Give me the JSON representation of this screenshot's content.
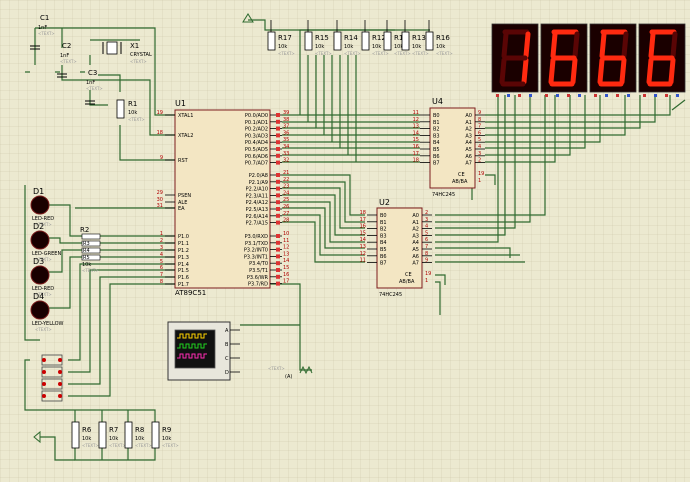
{
  "u1": {
    "ref": "U1",
    "part": "AT89C51",
    "left_pins": [
      {
        "n": "19",
        "name": "XTAL1"
      },
      {
        "n": "18",
        "name": "XTAL2"
      },
      {
        "n": "9",
        "name": "RST"
      },
      {
        "n": "29",
        "name": "PSEN"
      },
      {
        "n": "30",
        "name": "ALE"
      },
      {
        "n": "31",
        "name": "EA"
      },
      {
        "n": "1",
        "name": "P1.0"
      },
      {
        "n": "2",
        "name": "P1.1"
      },
      {
        "n": "3",
        "name": "P1.2"
      },
      {
        "n": "4",
        "name": "P1.3"
      },
      {
        "n": "5",
        "name": "P1.4"
      },
      {
        "n": "6",
        "name": "P1.5"
      },
      {
        "n": "7",
        "name": "P1.6"
      },
      {
        "n": "8",
        "name": "P1.7"
      }
    ],
    "right_pins": [
      {
        "n": "39",
        "name": "P0.0/AD0"
      },
      {
        "n": "38",
        "name": "P0.1/AD1"
      },
      {
        "n": "37",
        "name": "P0.2/AD2"
      },
      {
        "n": "36",
        "name": "P0.3/AD3"
      },
      {
        "n": "35",
        "name": "P0.4/AD4"
      },
      {
        "n": "34",
        "name": "P0.5/AD5"
      },
      {
        "n": "33",
        "name": "P0.6/AD6"
      },
      {
        "n": "32",
        "name": "P0.7/AD7"
      },
      {
        "n": "21",
        "name": "P2.0/A8"
      },
      {
        "n": "22",
        "name": "P2.1/A9"
      },
      {
        "n": "23",
        "name": "P2.2/A10"
      },
      {
        "n": "24",
        "name": "P2.3/A11"
      },
      {
        "n": "25",
        "name": "P2.4/A12"
      },
      {
        "n": "26",
        "name": "P2.5/A13"
      },
      {
        "n": "27",
        "name": "P2.6/A14"
      },
      {
        "n": "28",
        "name": "P2.7/A15"
      },
      {
        "n": "10",
        "name": "P3.0/RXD"
      },
      {
        "n": "11",
        "name": "P3.1/TXD"
      },
      {
        "n": "12",
        "name": "P3.2/INT0"
      },
      {
        "n": "13",
        "name": "P3.3/INT1"
      },
      {
        "n": "14",
        "name": "P3.4/T0"
      },
      {
        "n": "15",
        "name": "P3.5/T1"
      },
      {
        "n": "16",
        "name": "P3.6/WR"
      },
      {
        "n": "17",
        "name": "P3.7/RD"
      }
    ]
  },
  "u4": {
    "ref": "U4",
    "part": "74HC245",
    "b_pins": [
      "B0",
      "B1",
      "B2",
      "B3",
      "B4",
      "B5",
      "B6",
      "B7"
    ],
    "a_pins": [
      "A0",
      "A1",
      "A2",
      "A3",
      "A4",
      "A5",
      "A6",
      "A7"
    ],
    "b_nums": [
      "11",
      "12",
      "13",
      "14",
      "15",
      "16",
      "17",
      "18"
    ],
    "a_nums": [
      "9",
      "8",
      "7",
      "6",
      "5",
      "4",
      "3",
      "2"
    ],
    "ce": "CE",
    "dir": "AB/BA",
    "ce_n": "19",
    "dir_n": "1"
  },
  "u2": {
    "ref": "U2",
    "part": "74HC245",
    "b_pins": [
      "B0",
      "B1",
      "B2",
      "B3",
      "B4",
      "B5",
      "B6",
      "B7"
    ],
    "a_pins": [
      "A0",
      "A1",
      "A2",
      "A3",
      "A4",
      "A5",
      "A6",
      "A7"
    ],
    "b_nums": [
      "18",
      "17",
      "16",
      "15",
      "14",
      "13",
      "12",
      "11"
    ],
    "a_nums": [
      "2",
      "3",
      "4",
      "5",
      "6",
      "7",
      "8",
      "9"
    ],
    "ce": "CE",
    "dir": "AB/BA",
    "ce_n": "19",
    "dir_n": "1"
  },
  "top_resistors": [
    {
      "ref": "R17",
      "value": "10k",
      "text": "<TEXT>"
    },
    {
      "ref": "R15",
      "value": "10k",
      "text": "<TEXT>"
    },
    {
      "ref": "R14",
      "value": "10k",
      "text": "<TEXT>"
    },
    {
      "ref": "R12",
      "value": "10k",
      "text": "<TEXT>"
    },
    {
      "ref": "R11",
      "value": "10k",
      "text": "<TEXT>"
    },
    {
      "ref": "R13",
      "value": "10k",
      "text": "<TEXT>"
    },
    {
      "ref": "R16",
      "value": "10k",
      "text": "<TEXT>"
    }
  ],
  "bottom_resistors": [
    {
      "ref": "R6",
      "value": "10k",
      "text": "<TEXT>"
    },
    {
      "ref": "R7",
      "value": "10k",
      "text": "<TEXT>"
    },
    {
      "ref": "R8",
      "value": "10k",
      "text": "<TEXT>"
    },
    {
      "ref": "R9",
      "value": "10k",
      "text": "<TEXT>"
    }
  ],
  "r1": {
    "ref": "R1",
    "value": "10k",
    "text": "<TEXT>"
  },
  "led_resistors": [
    {
      "ref": "R2",
      "value": "10k",
      "text": "<TEXT>"
    },
    {
      "ref": "R3",
      "value": "10k",
      "text": "<TEXT>"
    },
    {
      "ref": "R4",
      "value": "10k",
      "text": "<TEXT>"
    },
    {
      "ref": "R5",
      "value": "10k",
      "text": "<TEXT>"
    }
  ],
  "leds": [
    {
      "ref": "D1",
      "part": "LED-RED",
      "text": "<TEXT>"
    },
    {
      "ref": "D2",
      "part": "LED-GREEN",
      "text": "<TEXT>"
    },
    {
      "ref": "D3",
      "part": "LED-RED",
      "text": "<TEXT>"
    },
    {
      "ref": "D4",
      "part": "LED-YELLOW",
      "text": "<TEXT>"
    }
  ],
  "caps": [
    {
      "ref": "C1",
      "value": "1nF",
      "text": "<TEXT>"
    },
    {
      "ref": "C2",
      "value": "1nF",
      "text": "<TEXT>"
    },
    {
      "ref": "C3",
      "value": "1nF",
      "text": "<TEXT>"
    }
  ],
  "crystal": {
    "ref": "X1",
    "part": "CRYSTAL",
    "text": "<TEXT>"
  },
  "display": {
    "digits": [
      "1",
      "6",
      "6",
      "6"
    ]
  },
  "scope": {
    "pins": [
      "A",
      "B",
      "C",
      "D"
    ],
    "text": "<TEXT>",
    "probe": "(A)"
  },
  "colors": {
    "wire": "#2f6a2f",
    "body": "#f3e6c3",
    "outline": "#7b1c1c",
    "segment_on": "#ff2a10",
    "segment_off": "#5a0505",
    "display_bg": "#1a0000"
  }
}
